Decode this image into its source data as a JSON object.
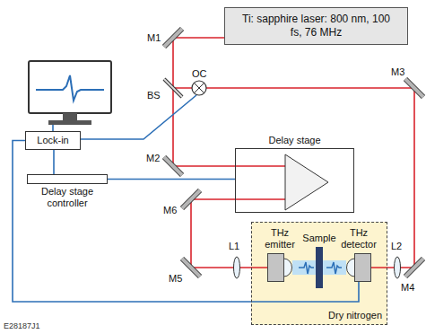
{
  "diagram": {
    "nodes": [
      {
        "text": [
          "Ti: sapphire laser: 800 nm, 100 fs, 76 MHz"
        ]
      },
      {
        "text": [
          "Delay stage"
        ]
      },
      {
        "text": [
          "Lock-in"
        ]
      },
      {
        "text": [
          "Delay stage controller"
        ]
      },
      {
        "text": [
          "Dry nitrogen"
        ]
      },
      {
        "text": [
          "THz emitter"
        ],
        "in": 4
      },
      {
        "text": [
          "Sample"
        ],
        "in": 4
      },
      {
        "text": [
          "THz detector"
        ],
        "in": 4
      }
    ],
    "edges": [
      {
        "from": 2,
        "to": 3,
        "arrow": "none"
      },
      {
        "from": 3,
        "to": 1,
        "arrow": "none"
      },
      {
        "from": 7,
        "to": 2,
        "arrow": "none"
      }
    ],
    "labels": [
      "M1",
      "BS",
      "OC",
      "M3",
      "M2",
      "M6",
      "M5",
      "L1",
      "L2",
      "M4",
      "E28187J1"
    ]
  }
}
